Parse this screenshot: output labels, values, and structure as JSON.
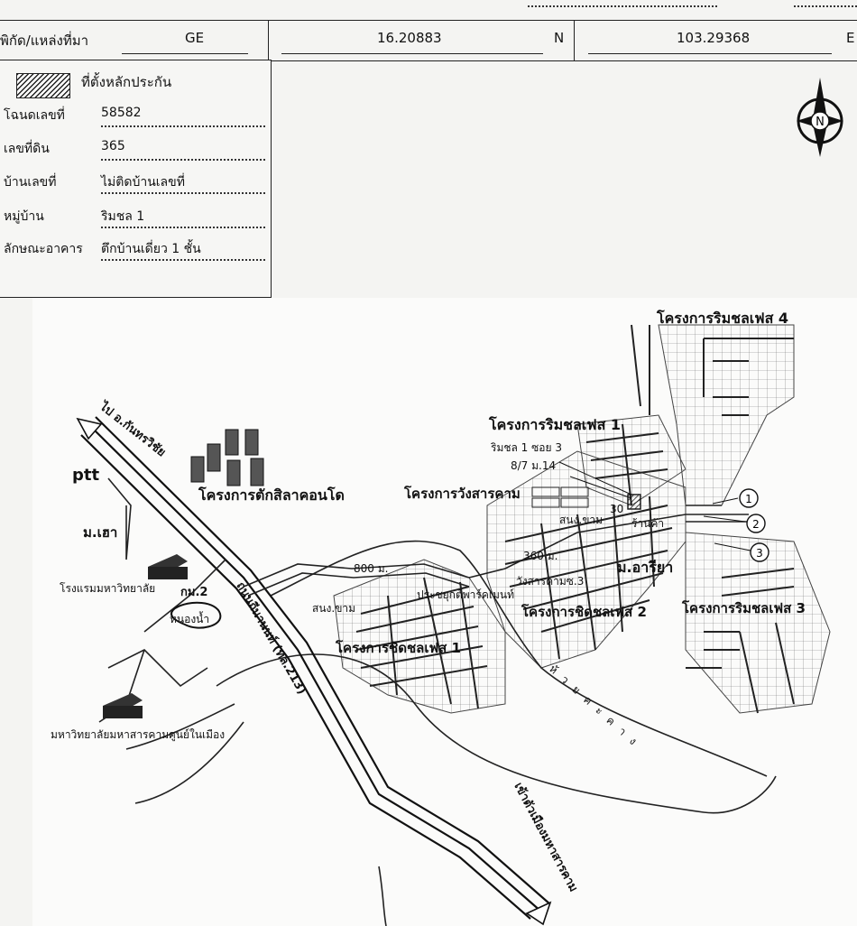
{
  "header": {
    "coord_label": "พิกัด/แหล่งที่มา",
    "source": "GE",
    "lat": "16.20883",
    "lat_dir": "N",
    "lon": "103.29368",
    "lon_dir": "E"
  },
  "legend": {
    "label": "ที่ตั้งหลักประกัน"
  },
  "fields": [
    {
      "label": "โฉนดเลขที่",
      "value": "58582"
    },
    {
      "label": "เลขที่ดิน",
      "value": "365"
    },
    {
      "label": "บ้านเลขที่",
      "value": "ไม่ติดบ้านเลขที่"
    },
    {
      "label": "หมู่บ้าน",
      "value": "ริมชล 1"
    },
    {
      "label": "ลักษณะอาคาร",
      "value": "ตึกบ้านเดี่ยว 1 ชั้น"
    }
  ],
  "compass": {
    "letter": "N"
  },
  "map": {
    "to_kantharawichai": "ไป อ.กันทรวิชัย",
    "ptt": "ptt",
    "mo_hao": "ม.เฮา",
    "hotel": "โรงแรมมหาวิทยาลัย",
    "km2": "กม.2",
    "pond": "หนองน้ำ",
    "university": "มหาวิทยาลัยมหาสารคามศูนย์ในเมือง",
    "condo": "โครงการตักสิลาคอนโด",
    "wang_sarakham": "โครงการวังสารคาม",
    "rimchon1": "โครงการริมชลเฟส 1",
    "rimchon4": "โครงการริมชลเฟส 4",
    "rimchon3": "โครงการริมชลเฟส 3",
    "chitchon1": "โครงการชิดชลเฟส 1",
    "chitchon2": "โครงการชิดชลเฟส 2",
    "soi3": "ริมชล 1 ซอย 3",
    "addr": "8/7 ม.14",
    "dist30": "30",
    "shop": "ร้านค้า",
    "sanong_kham": "สนง.ขาม",
    "sanong_kham2": "สนง.ขาม",
    "dist360": "360 ม.",
    "wang_soi3": "วังสารคามซ.3",
    "mo_ariya": "ม.อารียา",
    "dist800": "800 ม.",
    "kodsathorn": "ประชยุกต์พาร์คเมนท์",
    "highway": "ถนนถีนานนท์ (ทล.213)",
    "to_city": "เข้าตัวเมืองมหาสารคาม",
    "river": "ห้ ว ย ค ะ ค า ง",
    "m1": "1",
    "m2": "2",
    "m3": "3"
  }
}
